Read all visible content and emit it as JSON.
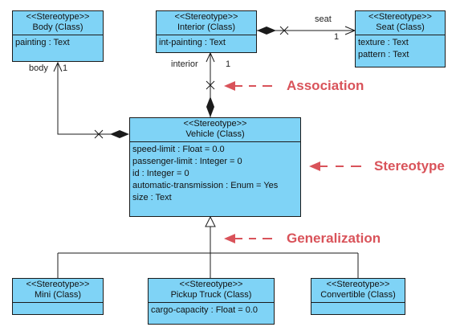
{
  "classes": {
    "body": {
      "stereotype": "<<Stereotype>>",
      "name": "Body (Class)",
      "attributes": [
        "painting : Text"
      ]
    },
    "interior": {
      "stereotype": "<<Stereotype>>",
      "name": "Interior (Class)",
      "attributes": [
        "int-painting : Text"
      ]
    },
    "seat": {
      "stereotype": "<<Stereotype>>",
      "name": "Seat (Class)",
      "attributes": [
        "texture : Text",
        "pattern : Text"
      ]
    },
    "vehicle": {
      "stereotype": "<<Stereotype>>",
      "name": "Vehicle (Class)",
      "attributes": [
        "speed-limit : Float = 0.0",
        "passenger-limit : Integer = 0",
        "id : Integer = 0",
        "automatic-transmission : Enum = Yes",
        "size : Text"
      ]
    },
    "mini": {
      "stereotype": "<<Stereotype>>",
      "name": "Mini (Class)",
      "attributes": []
    },
    "pickup": {
      "stereotype": "<<Stereotype>>",
      "name": "Pickup Truck (Class)",
      "attributes": [
        "cargo-capacity : Float = 0.0"
      ]
    },
    "convertible": {
      "stereotype": "<<Stereotype>>",
      "name": "Convertible (Class)",
      "attributes": []
    }
  },
  "role_labels": {
    "seat_role": "seat",
    "seat_mult": "1",
    "body_role": "body",
    "body_mult": "1",
    "interior_role": "interior",
    "interior_mult": "1"
  },
  "annotations": {
    "association": "Association",
    "stereotype": "Stereotype",
    "generalization": "Generalization"
  },
  "colors": {
    "class_fill": "#7fd3f6",
    "annotation": "#d9535a",
    "line": "#1b1b1b"
  }
}
